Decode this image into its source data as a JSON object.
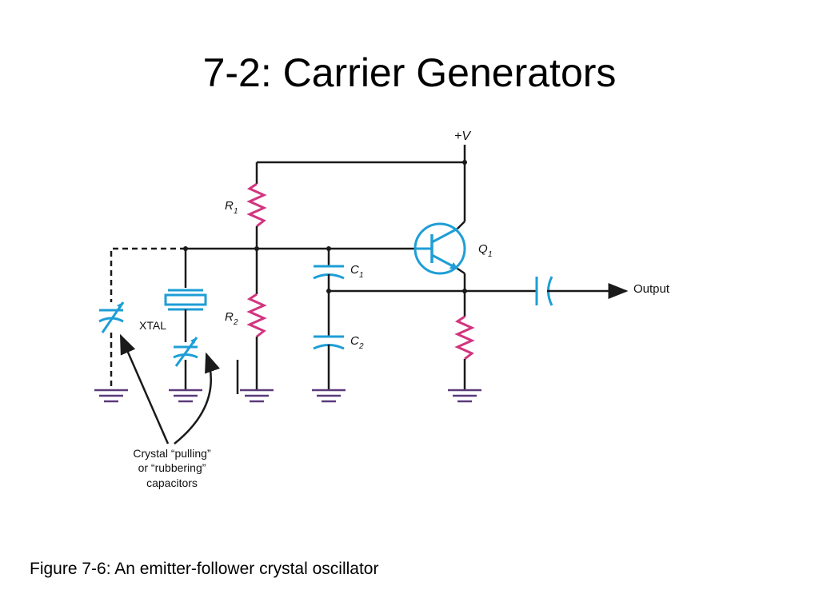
{
  "slide": {
    "title": "7-2: Carrier Generators",
    "caption": "Figure 7-6: An emitter-follower crystal oscillator"
  },
  "diagram": {
    "supply_label": "+V",
    "labels": {
      "r1": "R",
      "r1_sub": "1",
      "r2": "R",
      "r2_sub": "2",
      "c1": "C",
      "c1_sub": "1",
      "c2": "C",
      "c2_sub": "2",
      "q1": "Q",
      "q1_sub": "1",
      "xtal": "XTAL",
      "output": "Output"
    },
    "annotation": [
      "Crystal “pulling”",
      "or “rubbering”",
      "capacitors"
    ],
    "colors": {
      "wire": "#1a1a1a",
      "ground": "#5b3a7a",
      "resistor": "#d2347f",
      "component": "#1e9ed6"
    }
  }
}
